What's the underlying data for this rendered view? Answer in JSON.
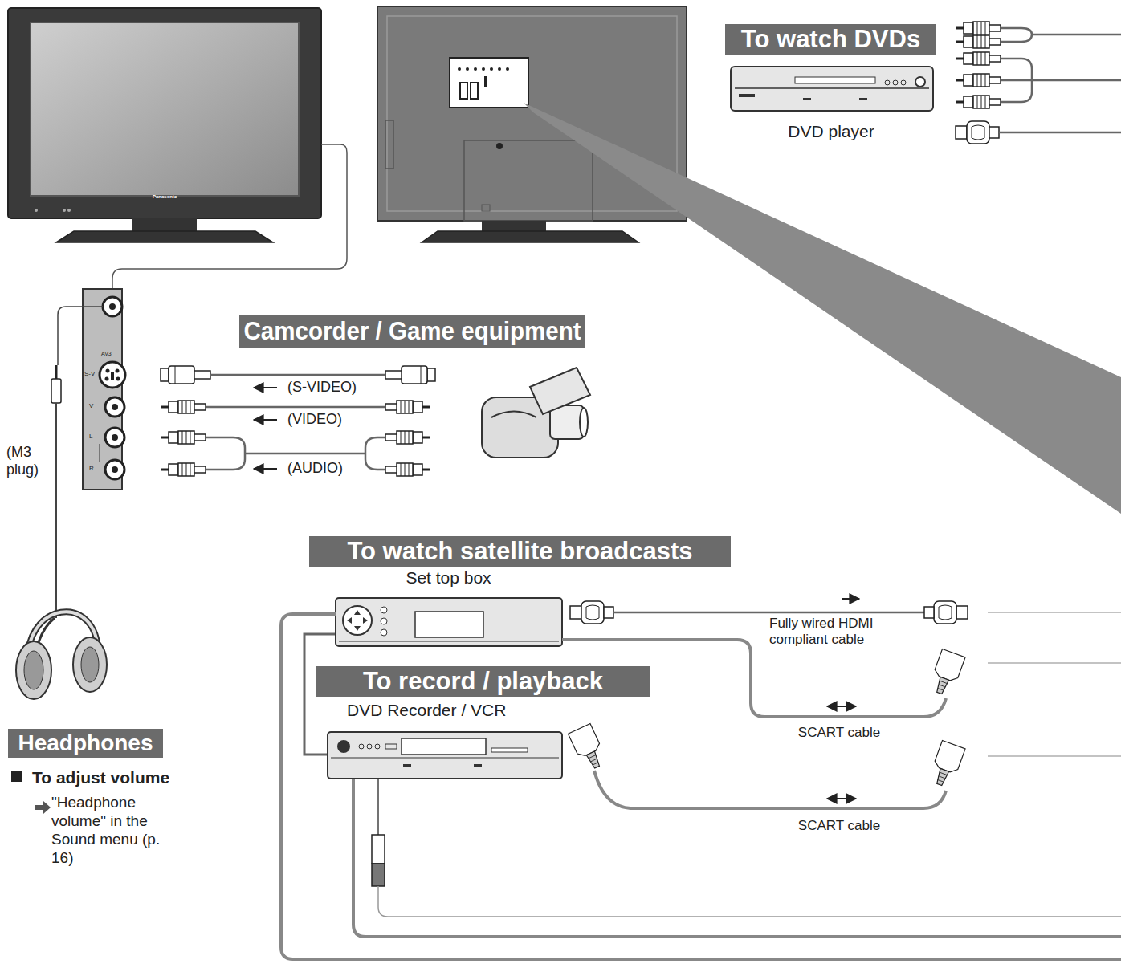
{
  "diagram": {
    "nodes": [
      {
        "text": [
          "To watch DVDs"
        ]
      },
      {
        "text": [
          "DVD player"
        ]
      },
      {
        "text": [
          "Camcorder / Game equipment"
        ]
      },
      {
        "text": [
          "To watch satellite broadcasts"
        ]
      },
      {
        "text": [
          "Set top box"
        ]
      },
      {
        "text": [
          "To record / playback"
        ]
      },
      {
        "text": [
          "DVD Recorder / VCR"
        ]
      },
      {
        "text": [
          "Headphones"
        ]
      }
    ],
    "edges": [
      {
        "from": 4,
        "to": 6,
        "arrow": "none"
      }
    ],
    "labels": [
      "(M3 plug)",
      "(S-VIDEO)",
      "(VIDEO)",
      "(AUDIO)",
      "Fully wired HDMI compliant cable",
      "SCART cable",
      "SCART cable",
      "To adjust volume",
      "\"Headphone volume\" in the Sound menu (p. 16)",
      "Panasonic",
      "AV3",
      "S-V",
      "V",
      "L",
      "R"
    ]
  }
}
